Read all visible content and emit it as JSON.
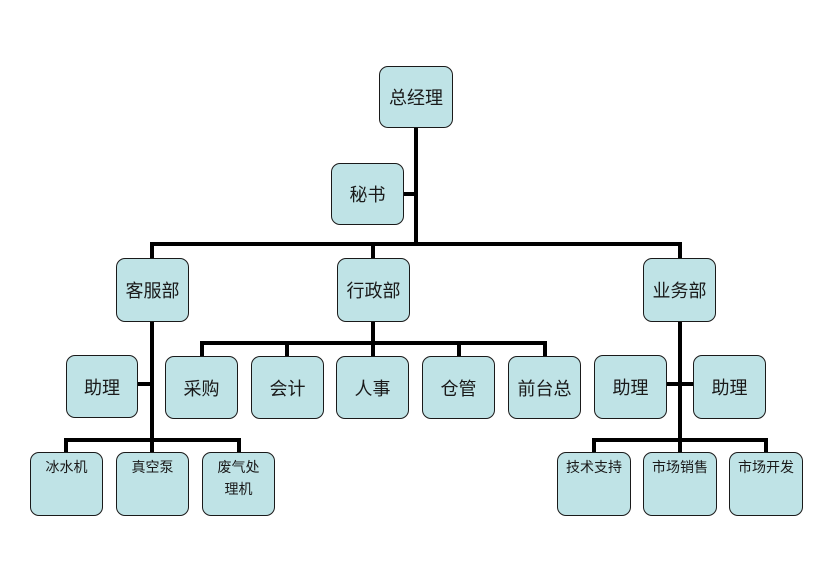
{
  "org": {
    "ceo": "总经理",
    "secretary": "秘书",
    "departments": {
      "customer_service": {
        "label": "客服部",
        "assistant": "助理",
        "products": [
          "冰水机",
          "真空泵",
          "废气处理机"
        ]
      },
      "administration": {
        "label": "行政部",
        "units": [
          "采购",
          "会计",
          "人事",
          "仓管",
          "前台总"
        ]
      },
      "business": {
        "label": "业务部",
        "assistants": [
          "助理",
          "助理"
        ],
        "units": [
          "技术支持",
          "市场销售",
          "市场开发"
        ]
      }
    }
  },
  "colors": {
    "node_fill": "#bfe3e6",
    "line": "#000000",
    "border": "#1a1a1a"
  }
}
